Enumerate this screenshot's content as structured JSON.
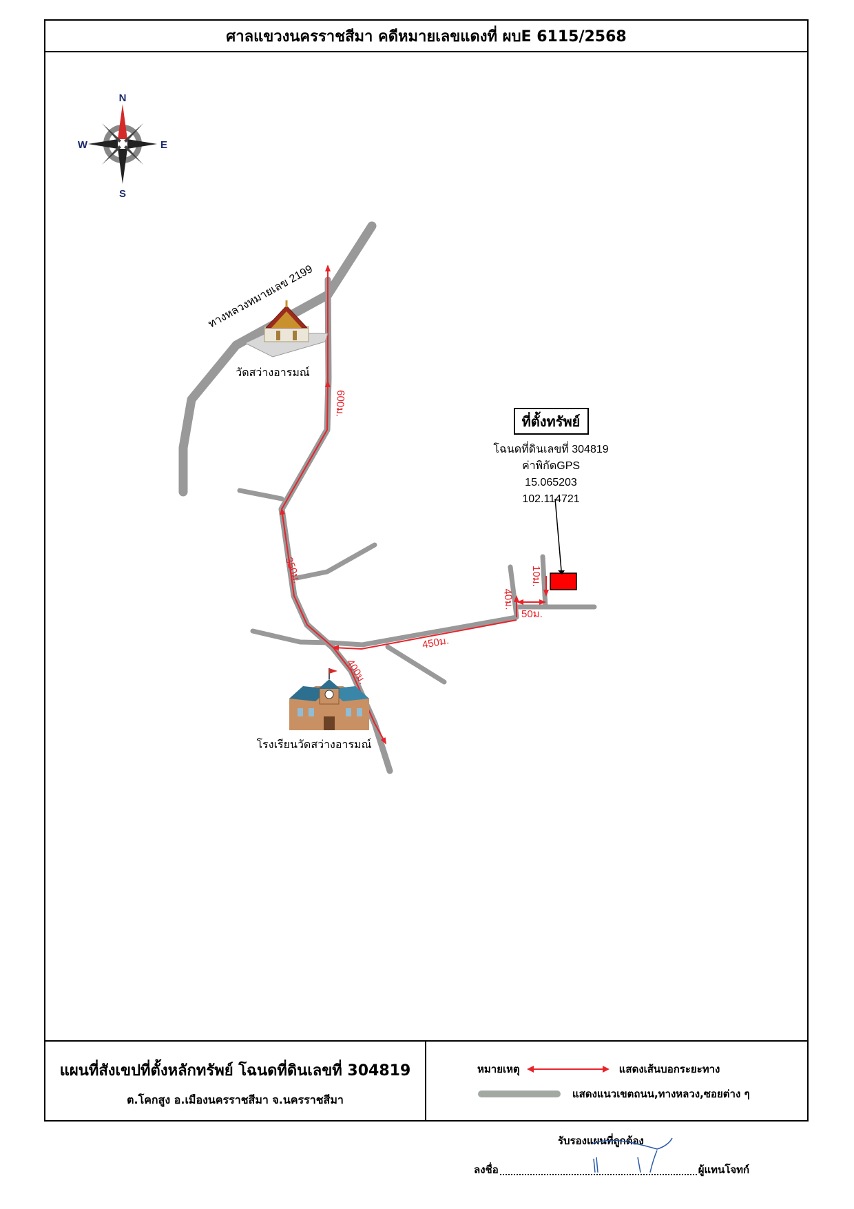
{
  "header": {
    "title": "ศาลแขวงนครราชสีมา คดีหมายเลขแดงที่ ผบE 6115/2568"
  },
  "compass": {
    "north": "N",
    "south": "S",
    "east": "E",
    "west": "W"
  },
  "map": {
    "highway_label": "ทางหลวงหมายเลข 2199",
    "temple_label": "วัดสว่างอารมณ์",
    "school_label": "โรงเรียนวัดสว่างอารมณ์",
    "property_title": "ที่ตั้งทรัพย์",
    "deed_line": "โฉนดที่ดินเลขที่ 304819",
    "gps_label": "ค่าพิกัดGPS",
    "gps_lat": "15.065203",
    "gps_lon": "102.114721",
    "distances": {
      "d600": "600ม.",
      "d350": "350ม.",
      "d400": "400ม.",
      "d450": "450ม.",
      "d40": "40ม.",
      "d50": "50ม.",
      "d10": "10ม."
    },
    "colors": {
      "road": "#999999",
      "route": "#e8232a",
      "property": "#ff0000"
    }
  },
  "footer": {
    "title": "แผนที่สังเขปที่ตั้งหลักทรัพย์ โฉนดที่ดินเลขที่ 304819",
    "location": "ต.โคกสูง  อ.เมืองนครราชสีมา  จ.นครราชสีมา",
    "legend_label": "หมายเหตุ",
    "legend_route": "แสดงเส้นบอกระยะทาง",
    "legend_road": "แสดงแนวเขตถนน,ทางหลวง,ซอยต่าง ๆ"
  },
  "signature": {
    "certify": "รับรองแผนที่ถูกต้อง",
    "sign_label": "ลงชื่อ",
    "sign_role": "ผู้แทนโจทก์"
  }
}
